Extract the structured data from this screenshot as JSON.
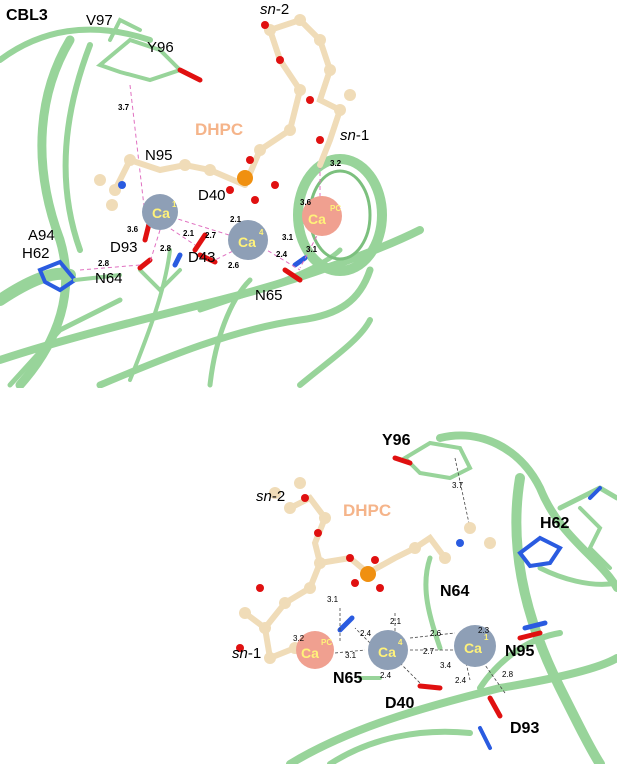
{
  "colors": {
    "ribbon": "#98d49a",
    "ribbon_edge": "#7cc07e",
    "carbon": "#f0dcb8",
    "oxygen": "#e01010",
    "nitrogen": "#2a5be0",
    "phosphorus": "#f09010",
    "calcium_protein": "#8e9fb6",
    "calcium_lipid": "#f0a090",
    "dhpc_label": "#f5b48a",
    "ion_label": "#fff27a",
    "contact_top": "#e070c0",
    "contact_bottom": "#444444"
  },
  "top": {
    "panel_label": "CBL3",
    "residues": {
      "v97": "V97",
      "y96": "Y96",
      "n95": "N95",
      "a94": "A94",
      "h62": "H62",
      "d93": "D93",
      "n64": "N64",
      "d40": "D40",
      "d43": "D43",
      "n65": "N65"
    },
    "lipid": {
      "name": "DHPC",
      "sn2_prefix": "sn",
      "sn2_suffix": "-2",
      "sn1_prefix": "sn",
      "sn1_suffix": "-1"
    },
    "ions": [
      {
        "base": "Ca",
        "sup": "1"
      },
      {
        "base": "Ca",
        "sup": "4"
      },
      {
        "base": "Ca",
        "sup": "PC"
      }
    ],
    "distances": [
      "3.7",
      "3.6",
      "2.1",
      "2.8",
      "2.7",
      "2.6",
      "2.1",
      "3.1",
      "2.4",
      "3.6",
      "3.2",
      "3.1",
      "2.8"
    ]
  },
  "bottom": {
    "residues": {
      "y96": "Y96",
      "h62": "H62",
      "n64": "N64",
      "n95": "N95",
      "n65": "N65",
      "d40": "D40",
      "d93": "D93"
    },
    "lipid": {
      "name": "DHPC",
      "sn2_prefix": "sn",
      "sn2_suffix": "-2",
      "sn1_prefix": "sn",
      "sn1_suffix": "-1"
    },
    "ions": [
      {
        "base": "Ca",
        "sup": "PC"
      },
      {
        "base": "Ca",
        "sup": "4"
      },
      {
        "base": "Ca",
        "sup": "1"
      }
    ],
    "distances": [
      "3.7",
      "3.1",
      "2.1",
      "2.6",
      "2.3",
      "3.2",
      "2.4",
      "3.1",
      "2.7",
      "2.4",
      "3.4",
      "2.4",
      "2.8"
    ]
  }
}
